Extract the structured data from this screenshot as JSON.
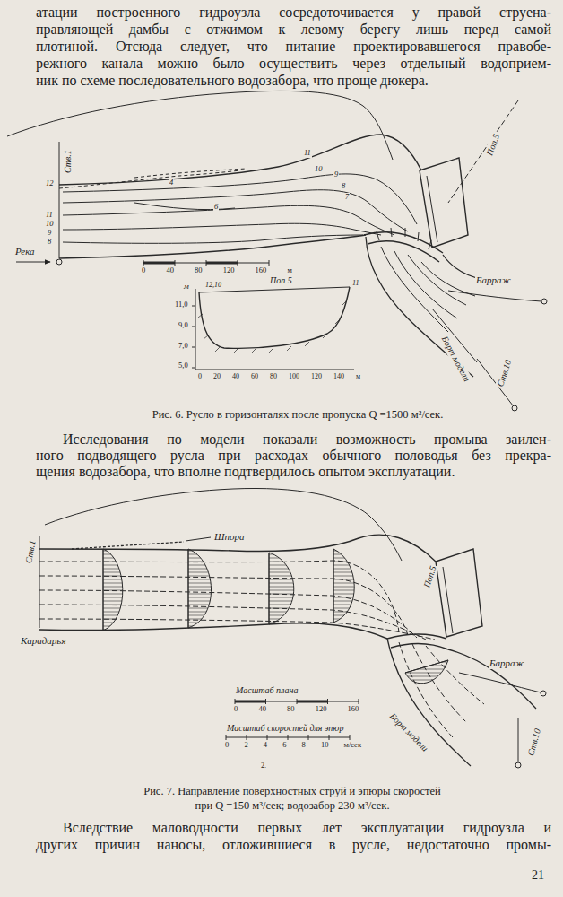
{
  "diagram": {
    "labels": [
      "атации построенного гидроузла сосредоточивается у правой струена-",
      "правляющей дамбы с отжимом к левому берегу лишь перед самой",
      "плотиной. Отсюда следует, что питание проектировавшегося правобе-",
      "режного канала можно было осуществить через отдельный водоприем-",
      "ник по схеме последовательного водозабора, что проще дюкера.",
      "Ств.1",
      "12",
      "11",
      "10",
      "9",
      "8",
      "Река",
      "11",
      "10",
      "9",
      "8",
      "7",
      "6",
      "4",
      "Поп.5",
      "0 40 80 120 160 м",
      "Поп 5",
      "м",
      "12,10",
      "11",
      "11,0",
      "9,0",
      "7,0",
      "5,0",
      "0 20 40 60 80 100 120 140 м",
      "Барраж",
      "Борт модели",
      "Ств.10",
      "Рис. 6. Русло в горизонталях после пропуска Q =1500 м³/сек.",
      "Исследования по модели показали возможность промыва заилен-",
      "ного подводящего русла при расходах обычного половодья без прекра-",
      "щения водозабора, что вполне подтвердилось опытом эксплуатации.",
      "Ств.1",
      "Шпора",
      "Карадарья",
      "Поп.5",
      "Барраж",
      "Масштаб плана",
      "0 40 80 120 160",
      "Масштаб скоростей для эпюр",
      "0 2 4 6 8 10 м/сек",
      "Ств.10",
      "Борт модели",
      "2.",
      "Рис. 7. Направление поверхностных струй и эпюры скоростей",
      "при Q =150 м³/сек; водозабор 230 м³/сек.",
      "Вследствие маловодности первых лет эксплуатации гидроузла и",
      "других причин наносы, отложившиеся в русле, недостаточно промы-",
      "21"
    ]
  }
}
